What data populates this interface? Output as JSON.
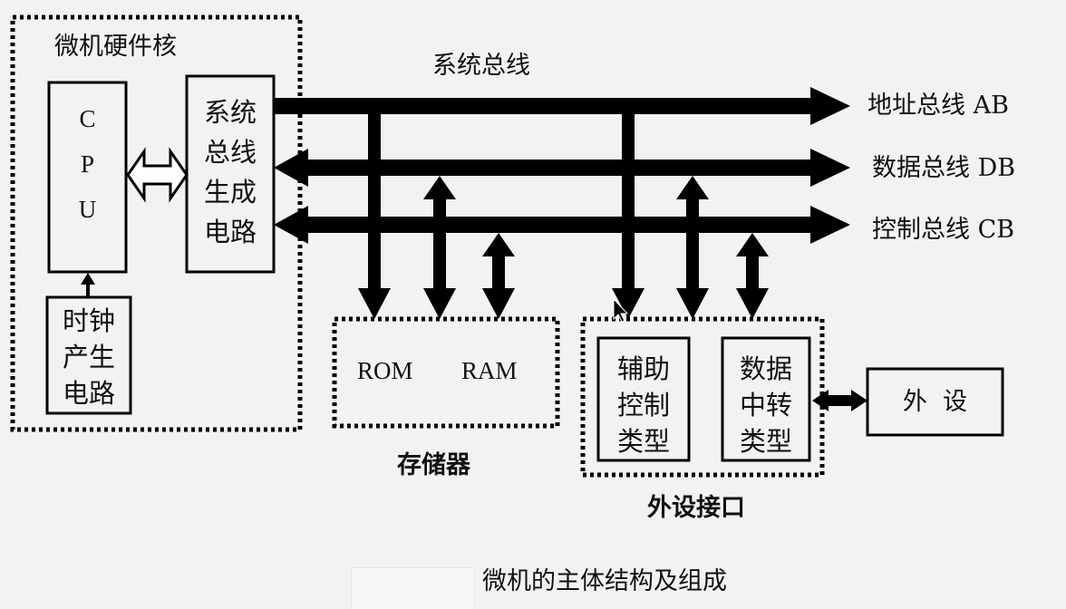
{
  "core": {
    "title": "微机硬件核",
    "cpu": [
      "C",
      "P",
      "U"
    ],
    "bus_gen": [
      "系统",
      "总线",
      "生成",
      "电路"
    ],
    "clock": [
      "时钟",
      "产生",
      "电路"
    ]
  },
  "bus": {
    "title": "系统总线",
    "address": "地址总线 AB",
    "data": "数据总线 DB",
    "control": "控制总线 CB"
  },
  "memory": {
    "rom": "ROM",
    "ram": "RAM",
    "label": "存储器"
  },
  "interface": {
    "aux": [
      "辅助",
      "控制",
      "类型"
    ],
    "data_transfer": [
      "数据",
      "中转",
      "类型"
    ],
    "label": "外设接口"
  },
  "peripheral": {
    "label": "外  设"
  },
  "caption": "微机的主体结构及组成"
}
